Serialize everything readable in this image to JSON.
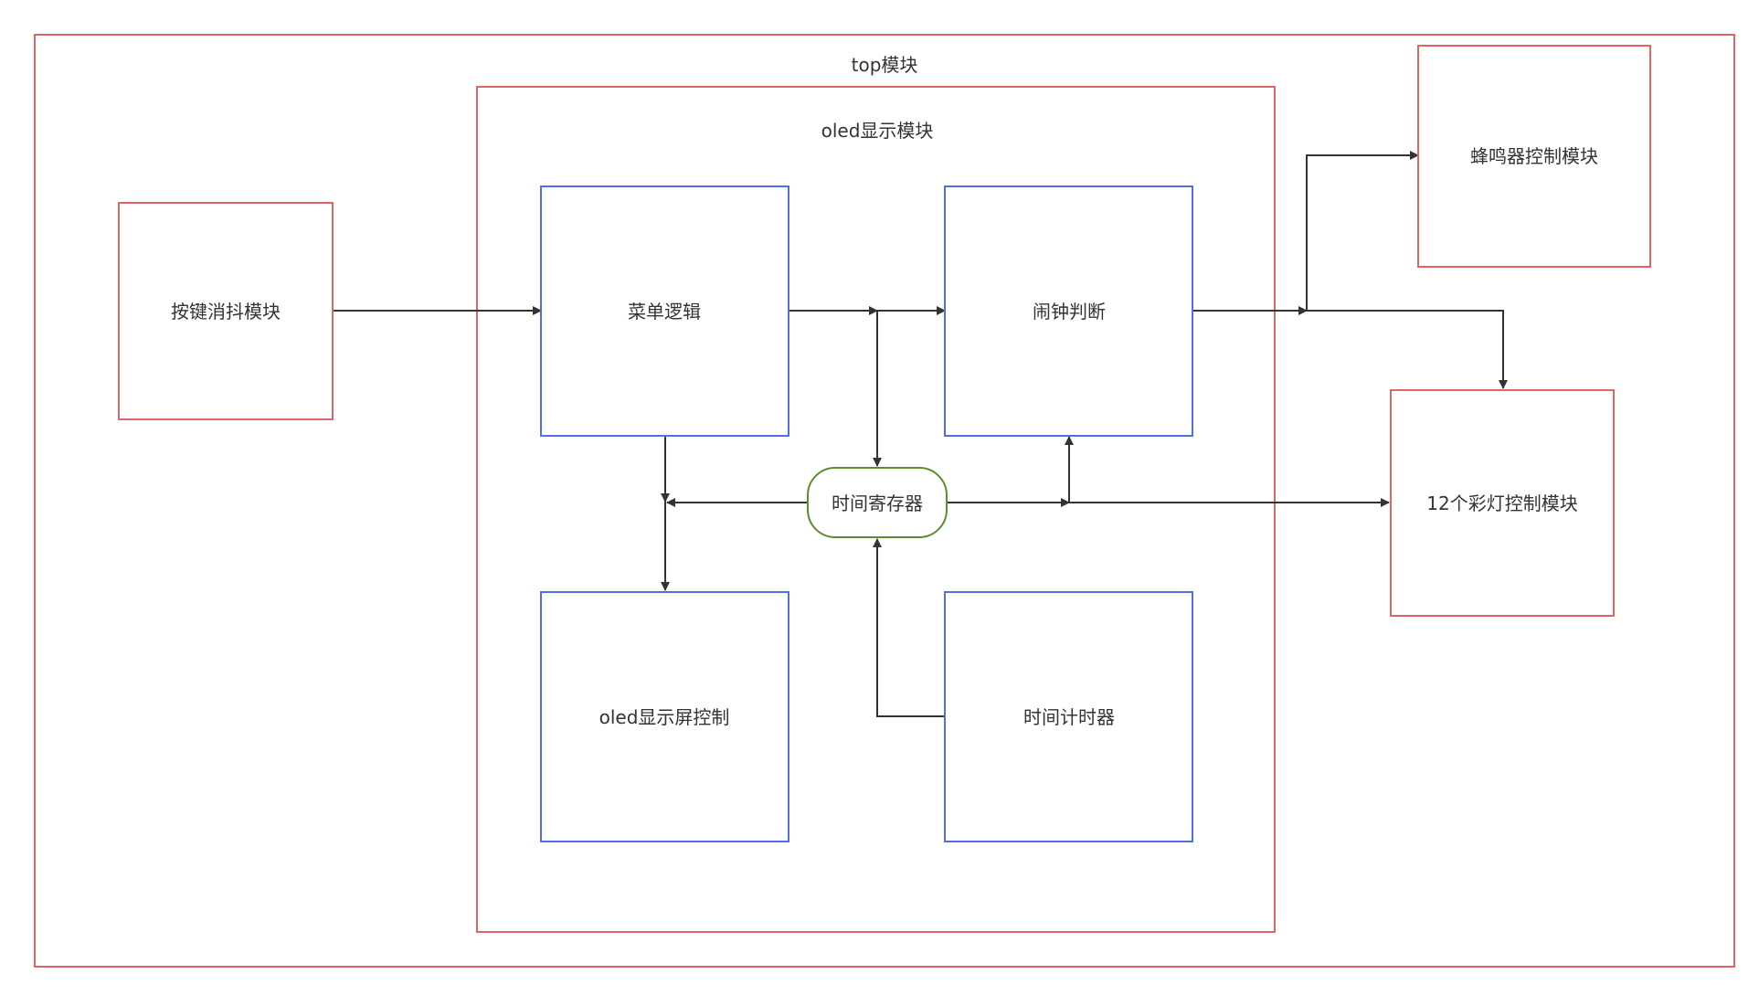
{
  "colors": {
    "module_border": "#e06666",
    "submodule_border": "#4f6ee8",
    "register_border": "#5b8f2e",
    "arrow": "#333333",
    "text": "#333333"
  },
  "top_module": {
    "label": "top模块"
  },
  "oled_module": {
    "label": "oled显示模块"
  },
  "blocks": {
    "key_debounce": "按键消抖模块",
    "menu_logic": "菜单逻辑",
    "alarm_check": "闹钟判断",
    "time_register": "时间寄存器",
    "oled_screen_ctrl": "oled显示屏控制",
    "time_counter": "时间计时器",
    "buzzer_ctrl": "蜂鸣器控制模块",
    "led12_ctrl": "12个彩灯控制模块"
  }
}
